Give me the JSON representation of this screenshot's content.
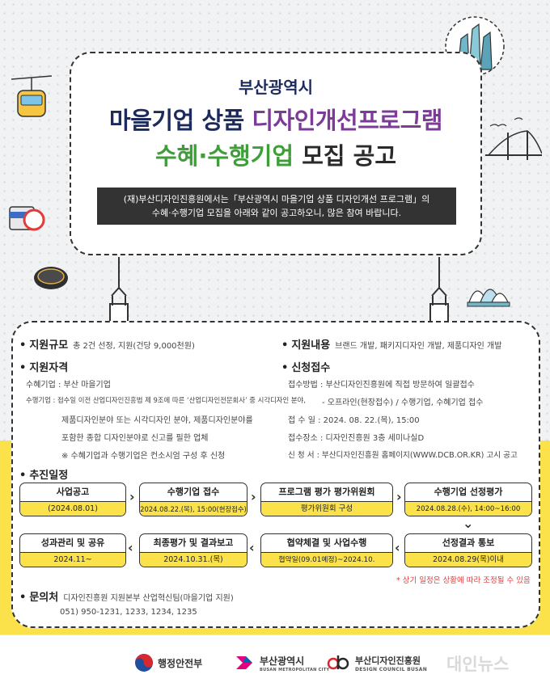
{
  "header": {
    "line1": "부산광역시",
    "line2_a": "마을기업 상품 ",
    "line2_b": "디자인개선프로그램",
    "line3_a": "수혜·수행기업",
    "line3_b": " 모집 공고",
    "intro_1": "(재)부산디자인진흥원에서는「부산광역시 마을기업 상품 디자인개선 프로그램」의",
    "intro_2": "수혜·수행기업 모집을 아래와 같이 공고하오니, 많은 참여 바랍니다."
  },
  "scale": {
    "label": "지원규모",
    "value": "총 2건 선정, 지원(건당 9,000천원)"
  },
  "content": {
    "label": "지원내용",
    "value": "브랜드 개발, 패키지디자인 개발, 제품디자인 개발"
  },
  "qualification": {
    "label": "지원자격",
    "lines": [
      "수혜기업 : 부산 마을기업",
      "수행기업 : 접수일 이전 산업디자인진흥법 제 9조에 따른 ‘산업디자인전문회사’ 중 시각디자인 분야,",
      "제품디자인분야 또는 시각디자인 분야, 제품디자인분야를",
      "포함한 종합 디자인분야로 신고를 필한 업체",
      "※ 수혜기업과 수행기업은 컨소시엄 구성 후 신청"
    ]
  },
  "application": {
    "label": "신청접수",
    "lines": [
      "접수방법 : 부산디자인진흥원에 직접 방문하여 일괄접수",
      "- 오프라인(현장접수) / 수행기업, 수혜기업 접수",
      "접 수 일 : 2024. 08. 22.(목), 15:00",
      "접수장소 : 디자인진흥원 3층 세미나실D",
      "신 청 서 : 부산디자인진흥원 홈페이지(WWW.DCB.OR.KR) 고시 공고"
    ]
  },
  "schedule": {
    "label": "추진일정",
    "steps": [
      {
        "title": "사업공고",
        "date": "(2024.08.01)"
      },
      {
        "title": "수행기업 접수",
        "date": "2024.08.22.(목), 15:00(현장접수)"
      },
      {
        "title": "프로그램 평가 평가위원회",
        "date": "평가위원회 구성"
      },
      {
        "title": "수행기업 선정평가",
        "date": "2024.08.28.(수), 14:00~16:00"
      },
      {
        "title": "선정결과 통보",
        "date": "2024.08.29(목)이내"
      },
      {
        "title": "협약체결 및 사업수행",
        "date": "협약일(09.01예정)~2024.10."
      },
      {
        "title": "최종평가 및 결과보고",
        "date": "2024.10.31.(목)"
      },
      {
        "title": "성과관리 및 공유",
        "date": "2024.11~"
      }
    ],
    "notice": "* 상기 일정은 상황에 따라 조정될 수 있음"
  },
  "contact": {
    "label": "문의처",
    "org": "디자인진흥원 지원본부 산업혁신팀(마을기업 지원)",
    "phone": "051) 950-1231, 1233, 1234, 1235"
  },
  "footer": {
    "logo1": "행정안전부",
    "logo2": "부산광역시",
    "logo2_sub": "BUSAN METROPOLITAN CITY",
    "logo3": "부산디자인진흥원",
    "logo3_sub": "DESIGN COUNCIL BUSAN",
    "watermark": "대인뉴스"
  },
  "colors": {
    "accent_yellow": "#fbe24a",
    "title_navy": "#1d2b5c",
    "title_purple": "#7c3c95",
    "title_green": "#3f9e3a",
    "notice_red": "#e33a3a"
  }
}
